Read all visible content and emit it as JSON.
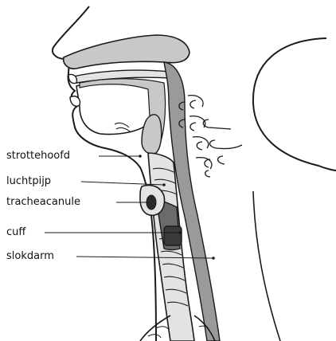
{
  "labels": {
    "strottehoofd": "strottehoofd",
    "luchtpijp": "luchtpijp",
    "tracheacanule": "tracheacanule",
    "cuff": "cuff",
    "slokdarm": "slokdarm"
  },
  "colors": {
    "outline": "#1a1a1a",
    "airway": "#9a9a9a",
    "tissue": "#c8c8c8",
    "light_tissue": "#e3e3e3",
    "cannula": "#6b6b6b"
  }
}
